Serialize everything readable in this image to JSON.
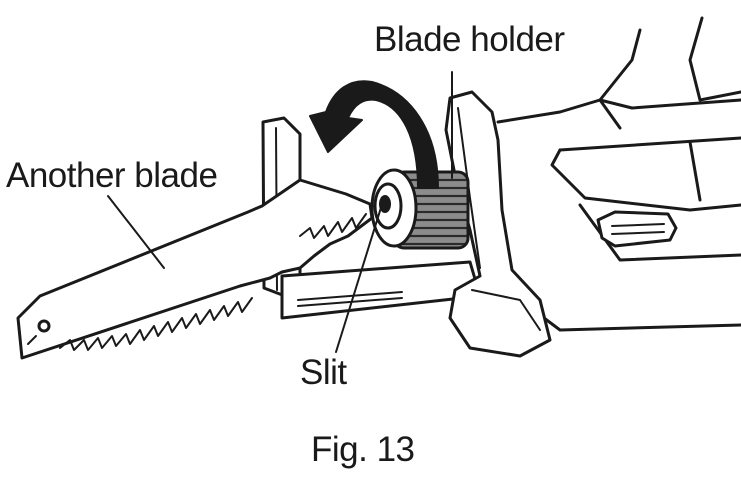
{
  "labels": {
    "blade_holder": "Blade holder",
    "another_blade": "Another blade",
    "slit": "Slit",
    "figure_caption": "Fig. 13"
  },
  "icons": {
    "rotation_arrow": "curved-arrow-counterclockwise-icon"
  },
  "colors": {
    "line": "#1a1a1a",
    "knurl_fill": "#8c8c8c",
    "background": "#ffffff"
  }
}
